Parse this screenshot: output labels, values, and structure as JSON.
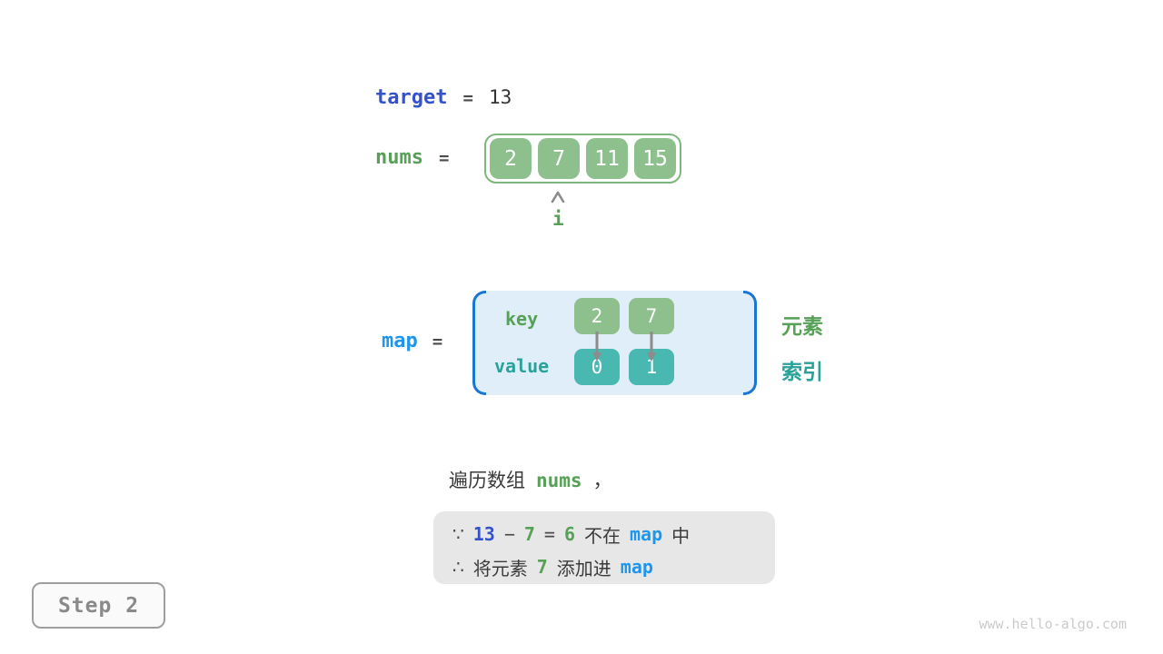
{
  "colors": {
    "indigo_accent": "#3352cb",
    "blue_accent": "#1d96ee",
    "bracket_blue": "#1976d2",
    "green_text": "#57a057",
    "green_box": "#8dc08d",
    "teal_text": "#29a29a",
    "teal_box": "#49b8b1",
    "map_panel_fill": "#dfeef9",
    "note_fill": "#e7e7e7",
    "arrow_gray": "#8c8c8c"
  },
  "target": {
    "label": "target",
    "equals": "=",
    "value": "13"
  },
  "nums": {
    "label": "nums",
    "equals": "=",
    "values": [
      "2",
      "7",
      "11",
      "15"
    ],
    "pointer_label": "i",
    "pointer_index": 1
  },
  "map": {
    "label": "map",
    "equals": "=",
    "key_label": "key",
    "value_label": "value",
    "entries": [
      {
        "key": "2",
        "value": "0"
      },
      {
        "key": "7",
        "value": "1"
      }
    ],
    "element_label": "元素",
    "index_label": "索引"
  },
  "caption": {
    "prefix": "遍历数组",
    "code": "nums",
    "comma": "，"
  },
  "note": {
    "because": "∵",
    "therefore": "∴",
    "line1": {
      "target": "13",
      "minus": "−",
      "element": "7",
      "equals": "=",
      "difference": "6",
      "not_in": "不在",
      "map": "map",
      "suffix": "中"
    },
    "line2": {
      "prefix": "将元素",
      "element": "7",
      "action": "添加进",
      "map": "map"
    }
  },
  "step": {
    "label": "Step 2"
  },
  "watermark": "www.hello-algo.com"
}
